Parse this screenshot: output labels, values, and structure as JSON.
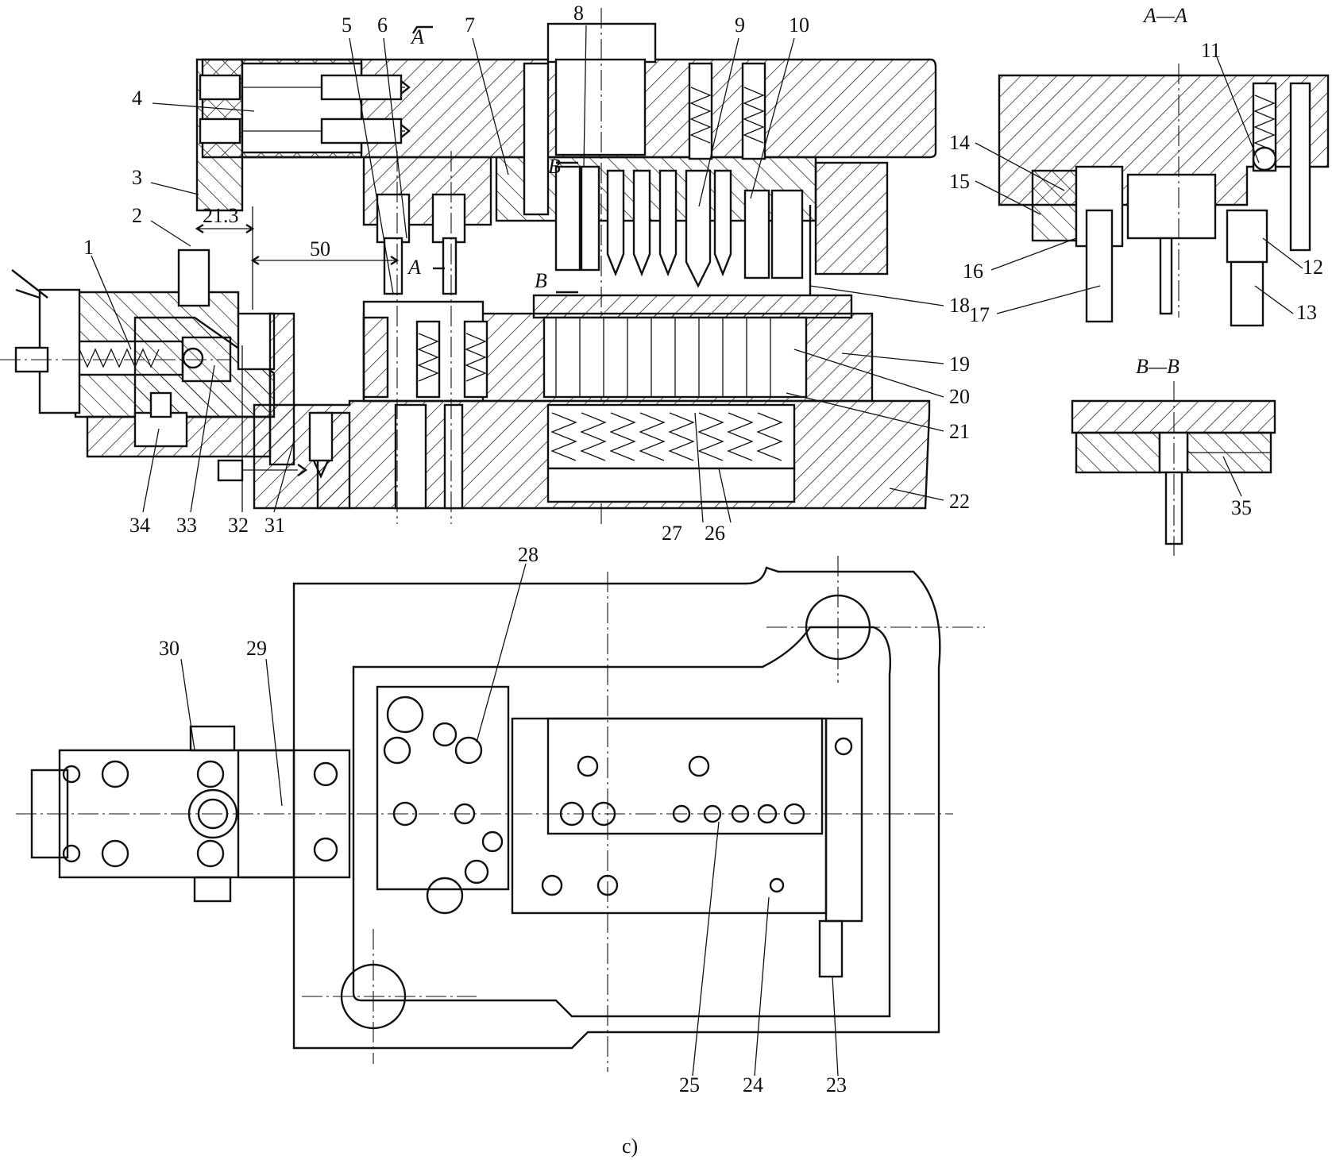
{
  "sections": {
    "aa": "A—A",
    "bb": "B—B",
    "a_mark": "A",
    "a_mark2": "A",
    "b_mark": "B",
    "b_mark2": "B"
  },
  "dimensions": {
    "d1": "21.3",
    "d2": "50"
  },
  "caption": "c)",
  "labels": {
    "n1": "1",
    "n2": "2",
    "n3": "3",
    "n4": "4",
    "n5": "5",
    "n6": "6",
    "n7": "7",
    "n8": "8",
    "n9": "9",
    "n10": "10",
    "n11": "11",
    "n12": "12",
    "n13": "13",
    "n14": "14",
    "n15": "15",
    "n16": "16",
    "n17": "17",
    "n18": "18",
    "n19": "19",
    "n20": "20",
    "n21": "21",
    "n22": "22",
    "n23": "23",
    "n24": "24",
    "n25": "25",
    "n26": "26",
    "n27": "27",
    "n28": "28",
    "n29": "29",
    "n30": "30",
    "n31": "31",
    "n32": "32",
    "n33": "33",
    "n34": "34",
    "n35": "35"
  }
}
